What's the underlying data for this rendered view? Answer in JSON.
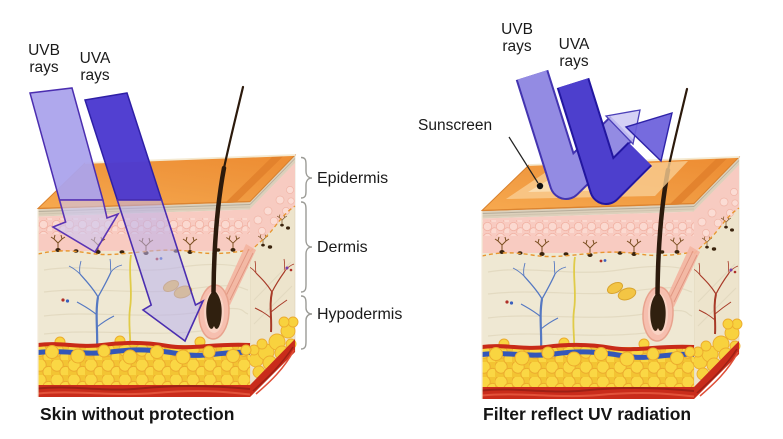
{
  "left_panel": {
    "uvb_label": "UVB\nrays",
    "uva_label": "UVA\nrays",
    "caption": "Skin without protection"
  },
  "right_panel": {
    "uvb_label": "UVB\nrays",
    "uva_label": "UVA\nrays",
    "sunscreen_label": "Sunscreen",
    "caption": "Filter reflect UV radiation"
  },
  "skin_layers": [
    {
      "label": "Epidermis"
    },
    {
      "label": "Dermis"
    },
    {
      "label": "Hypodermis"
    }
  ],
  "colors": {
    "uvb_ray": "#aba3ec",
    "uva_ray": "#4c3ad0",
    "skin_surface_orange": "#f09a41",
    "epidermis_pink": "#f8cbc1",
    "dermis_cream": "#efe8d3",
    "fat_yellow": "#f6cd3a",
    "muscle_red": "#c92c1b",
    "text": "#1a1a1a"
  }
}
